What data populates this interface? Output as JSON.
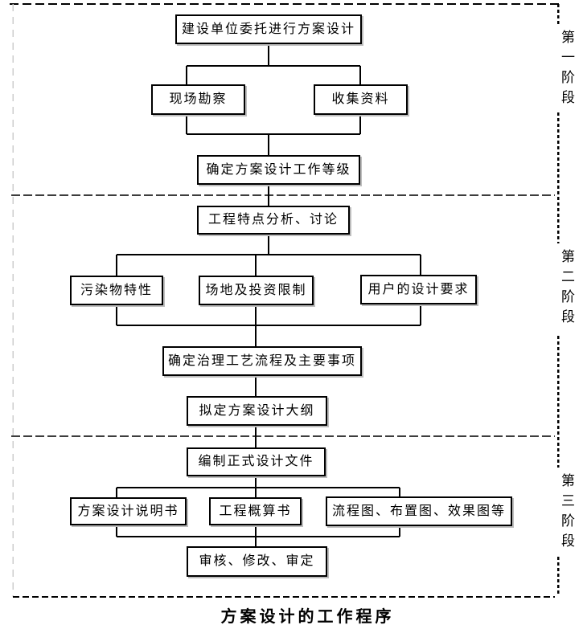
{
  "caption": "方案设计的工作程序",
  "stages": [
    {
      "label": "第一阶段"
    },
    {
      "label": "第二阶段"
    },
    {
      "label": "第三阶段"
    }
  ],
  "nodes": {
    "entrust": {
      "label": "建设单位委托进行方案设计"
    },
    "survey": {
      "label": "现场勘察"
    },
    "collect": {
      "label": "收集资料"
    },
    "grade": {
      "label": "确定方案设计工作等级"
    },
    "analyze": {
      "label": "工程特点分析、讨论"
    },
    "pollutant": {
      "label": "污染物特性"
    },
    "site": {
      "label": "场地及投资限制"
    },
    "user_req": {
      "label": "用户的设计要求"
    },
    "process": {
      "label": "确定治理工艺流程及主要事项"
    },
    "outline": {
      "label": "拟定方案设计大纲"
    },
    "formal": {
      "label": "编制正式设计文件"
    },
    "spec": {
      "label": "方案设计说明书"
    },
    "estimate": {
      "label": "工程概算书"
    },
    "drawings": {
      "label": "流程图、布置图、效果图等"
    },
    "review": {
      "label": "审核、修改、审定"
    }
  },
  "colors": {
    "line": "#000000",
    "separator": "#3d3d3d",
    "frame_left": "#cccccc",
    "background": "#ffffff"
  }
}
